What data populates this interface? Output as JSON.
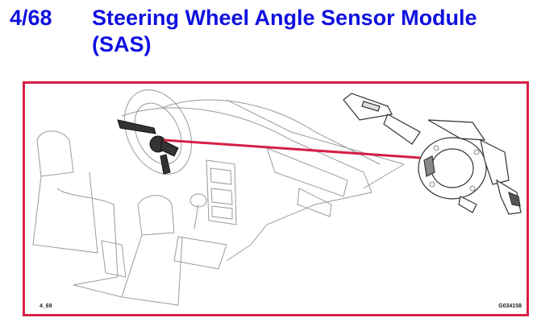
{
  "header": {
    "section_number": "4/68",
    "title": "Steering Wheel Angle Sensor Module (SAS)"
  },
  "figure": {
    "ref_left": "4_69",
    "ref_right": "G034158",
    "accent_color": "#d61f45",
    "title_color": "#1010e0"
  }
}
